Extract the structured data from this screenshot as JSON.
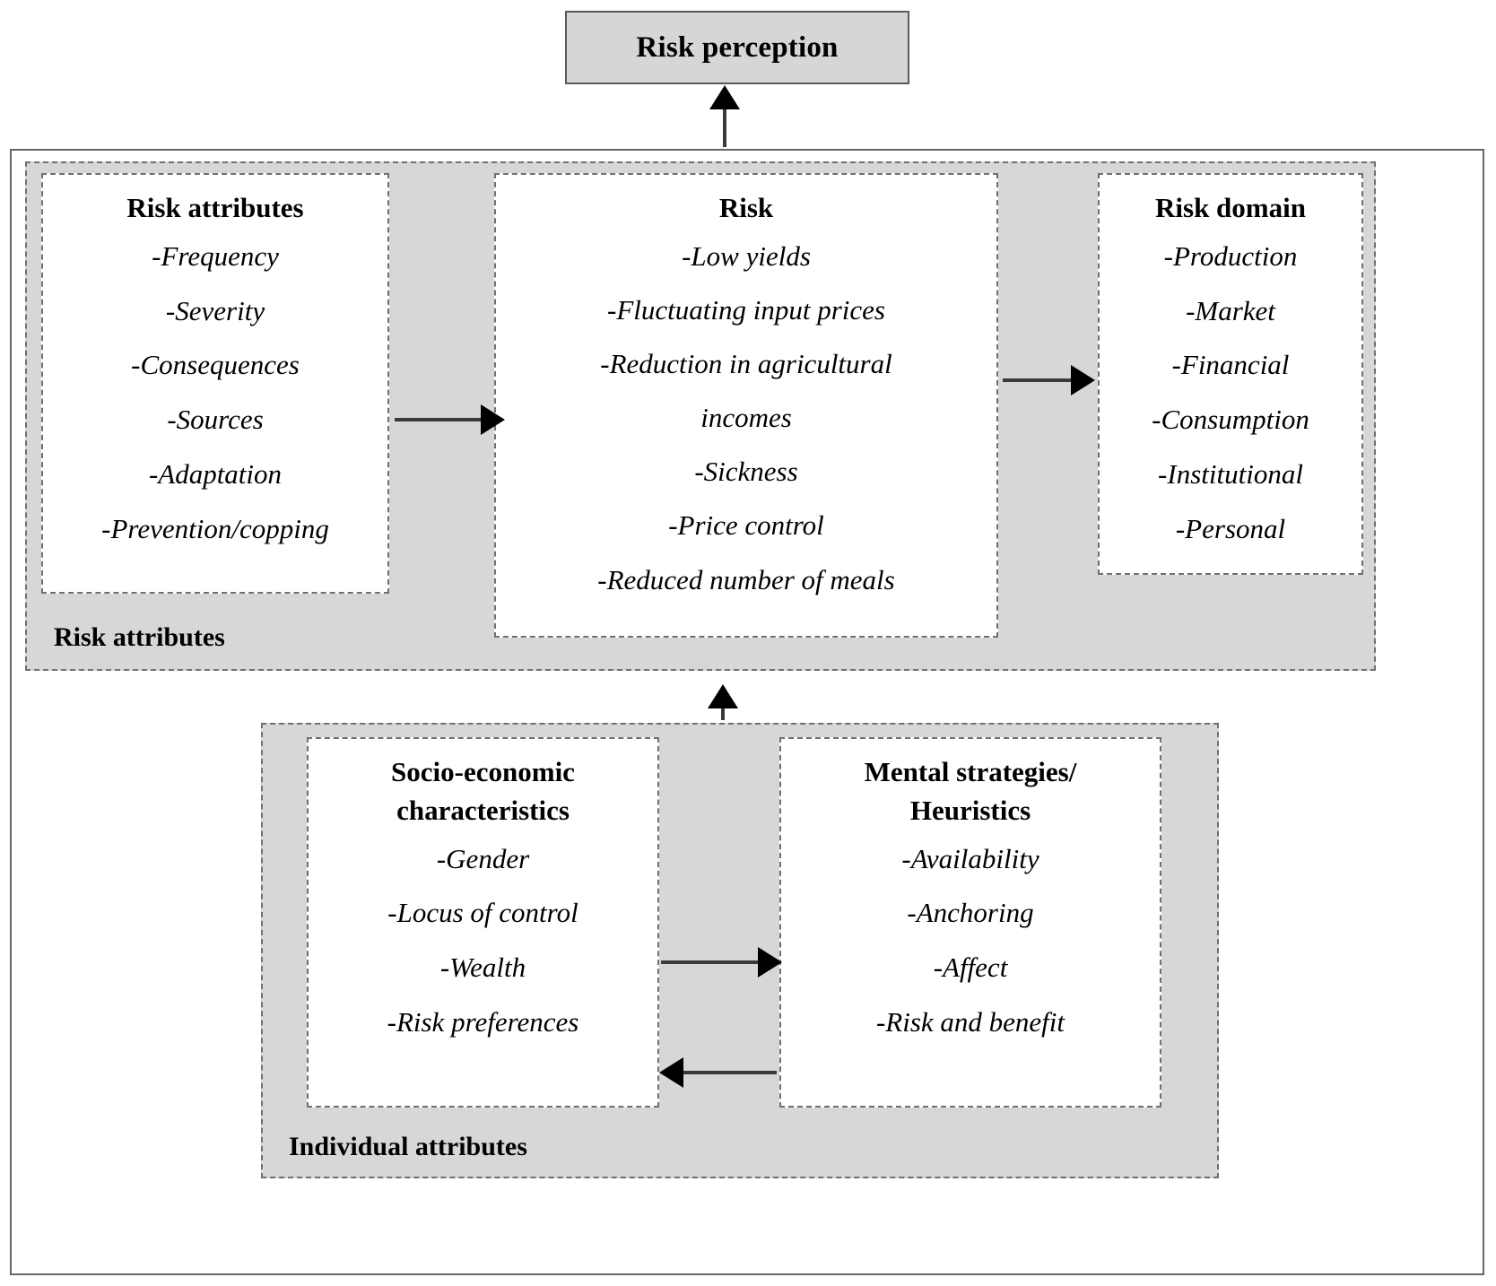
{
  "diagram": {
    "title_node": {
      "label": "Risk perception"
    },
    "panels": [
      {
        "id": "risk-attributes-panel",
        "label": "Risk attributes"
      },
      {
        "id": "individual-attributes-panel",
        "label": "Individual attributes"
      }
    ],
    "boxes": {
      "risk_attributes": {
        "title": "Risk attributes",
        "items": [
          "-Frequency",
          "-Severity",
          "-Consequences",
          "-Sources",
          "-Adaptation",
          "-Prevention/copping"
        ]
      },
      "risk": {
        "title": "Risk",
        "items": [
          "-Low yields",
          "-Fluctuating input prices",
          "-Reduction in agricultural\nincomes",
          "-Sickness",
          "-Price control",
          "-Reduced number of meals"
        ]
      },
      "risk_domain": {
        "title": "Risk domain",
        "items": [
          "-Production",
          "-Market",
          "-Financial",
          "-Consumption",
          "-Institutional",
          "-Personal"
        ]
      },
      "socio_economic": {
        "title": "Socio-economic\ncharacteristics",
        "items": [
          "-Gender",
          "-Locus of control",
          "-Wealth",
          "-Risk preferences"
        ]
      },
      "mental_strategies": {
        "title": "Mental strategies/\nHeuristics",
        "items": [
          "-Availability",
          "-Anchoring",
          "-Affect",
          "-Risk and benefit"
        ]
      }
    },
    "arrows": [
      {
        "name": "arrow-risk-attributes-to-risk",
        "direction": "right"
      },
      {
        "name": "arrow-risk-to-risk-domain",
        "direction": "right"
      },
      {
        "name": "arrow-risk-panel-to-risk-perception",
        "direction": "up"
      },
      {
        "name": "arrow-individual-panel-to-risk-panel",
        "direction": "up"
      },
      {
        "name": "arrow-socio-to-mental",
        "direction": "right"
      },
      {
        "name": "arrow-mental-to-socio",
        "direction": "left"
      }
    ],
    "colors": {
      "panel_fill": "#d7d7d7",
      "node_fill": "#ffffff",
      "border": "#707070",
      "frame": "#666666",
      "text": "#000000"
    }
  }
}
